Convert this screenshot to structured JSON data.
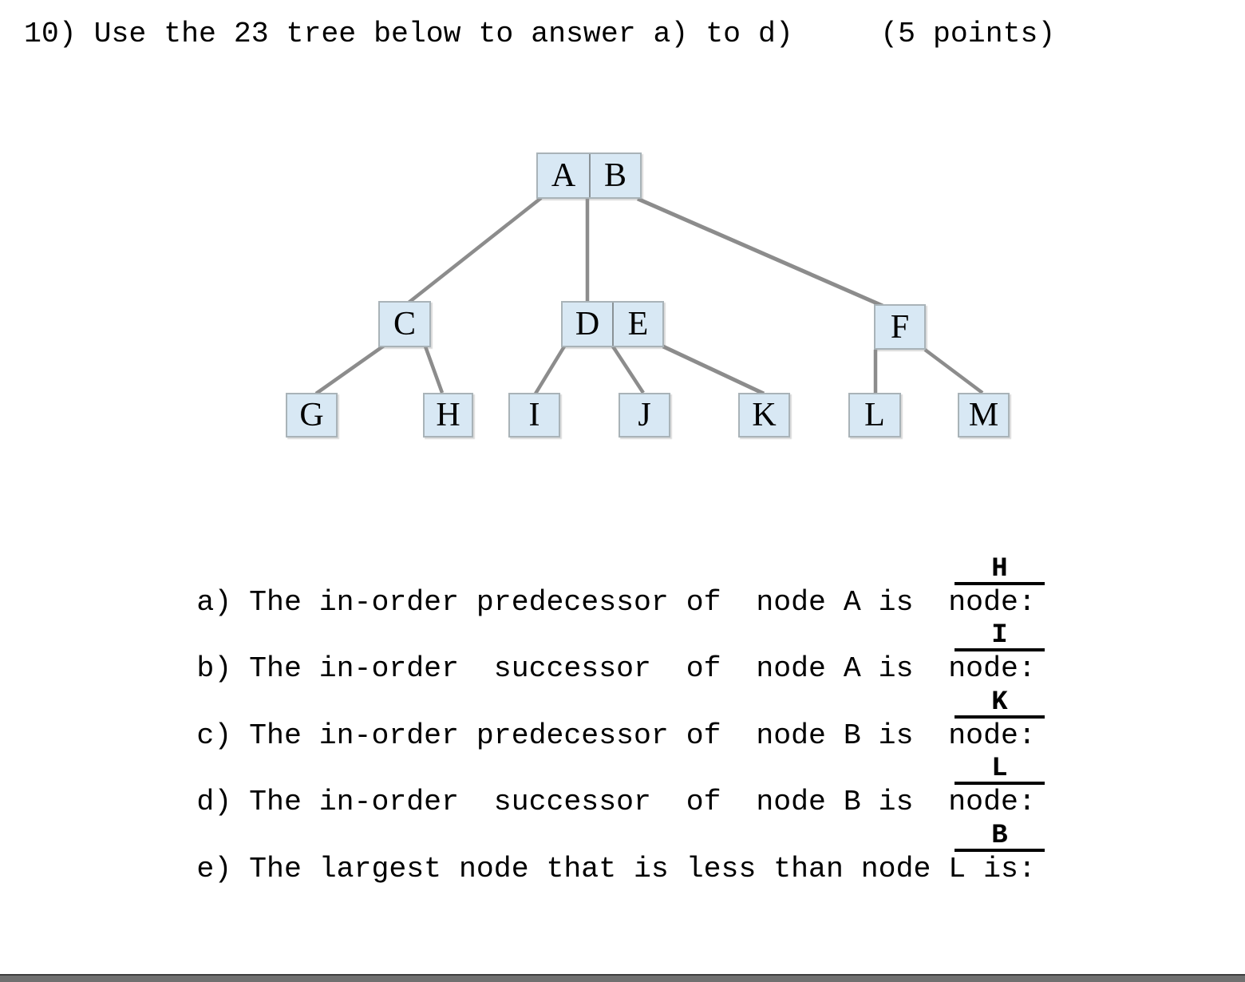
{
  "page": {
    "title": "10) Use the 23 tree below to answer a) to d)     (5 points)"
  },
  "tree": {
    "type": "2-3 tree",
    "root": {
      "keys": [
        "A",
        "B"
      ]
    },
    "internal": {
      "c": {
        "keys": [
          "C"
        ]
      },
      "de": {
        "keys": [
          "D",
          "E"
        ]
      },
      "f": {
        "keys": [
          "F"
        ]
      }
    },
    "leaves": [
      "G",
      "H",
      "I",
      "J",
      "K",
      "L",
      "M"
    ],
    "edges": [
      [
        "AB",
        "C"
      ],
      [
        "AB",
        "DE"
      ],
      [
        "AB",
        "F"
      ],
      [
        "C",
        "G"
      ],
      [
        "C",
        "H"
      ],
      [
        "DE",
        "I"
      ],
      [
        "DE",
        "J"
      ],
      [
        "DE",
        "K"
      ],
      [
        "F",
        "L"
      ],
      [
        "F",
        "M"
      ]
    ]
  },
  "questions": [
    {
      "label": "a)",
      "text": "The in-order predecessor of  node A is  node:",
      "answer": "H"
    },
    {
      "label": "b)",
      "text": "The in-order  successor  of  node A is  node:",
      "answer": "I"
    },
    {
      "label": "c)",
      "text": "The in-order predecessor of  node B is  node:",
      "answer": "K"
    },
    {
      "label": "d)",
      "text": "The in-order  successor  of  node B is  node:",
      "answer": "L"
    },
    {
      "label": "e)",
      "text": "The largest node that is less than node L is:",
      "answer": "B"
    }
  ],
  "colors": {
    "node_fill": "#d8e8f4",
    "node_border": "#a9b3b8",
    "edge_line": "#8c8c8c",
    "answer_underline": "#000000",
    "bottom_bar": "#707070"
  }
}
